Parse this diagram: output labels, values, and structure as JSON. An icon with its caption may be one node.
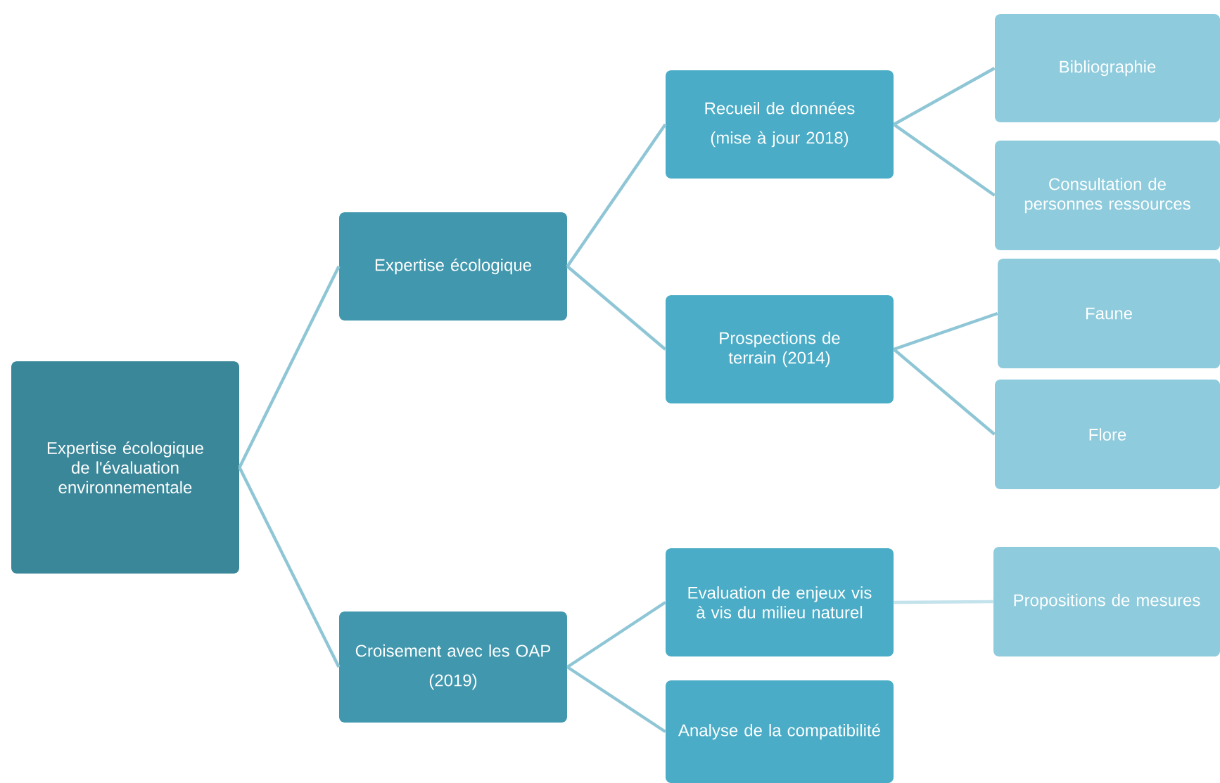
{
  "diagram": {
    "nodes": [
      {
        "text": [
          "Expertise écologique de l'évaluation environnementale"
        ]
      },
      {
        "text": [
          "Expertise écologique"
        ]
      },
      {
        "text": [
          "Croisement avec les OAP",
          "(2019)"
        ]
      },
      {
        "text": [
          "Recueil de données",
          "(mise à jour 2018)"
        ]
      },
      {
        "text": [
          "Prospections de terrain (2014)"
        ]
      },
      {
        "text": [
          "Evaluation de enjeux vis à vis du milieu naturel"
        ]
      },
      {
        "text": [
          "Analyse de la compatibilité"
        ]
      },
      {
        "text": [
          "Bibliographie"
        ]
      },
      {
        "text": [
          "Consultation de personnes ressources"
        ]
      },
      {
        "text": [
          "Faune"
        ]
      },
      {
        "text": [
          "Flore"
        ]
      },
      {
        "text": [
          "Propositions de mesures"
        ]
      }
    ],
    "edges": [
      {
        "from": 0,
        "to": 1,
        "arrow": "none"
      },
      {
        "from": 0,
        "to": 2,
        "arrow": "none"
      },
      {
        "from": 1,
        "to": 3,
        "arrow": "none"
      },
      {
        "from": 1,
        "to": 4,
        "arrow": "none"
      },
      {
        "from": 2,
        "to": 5,
        "arrow": "none"
      },
      {
        "from": 2,
        "to": 6,
        "arrow": "none"
      },
      {
        "from": 3,
        "to": 7,
        "arrow": "none"
      },
      {
        "from": 3,
        "to": 8,
        "arrow": "none"
      },
      {
        "from": 4,
        "to": 9,
        "arrow": "none"
      },
      {
        "from": 4,
        "to": 10,
        "arrow": "none"
      },
      {
        "from": 5,
        "to": 11,
        "arrow": "none",
        "color": "#c3e2eb"
      }
    ]
  }
}
